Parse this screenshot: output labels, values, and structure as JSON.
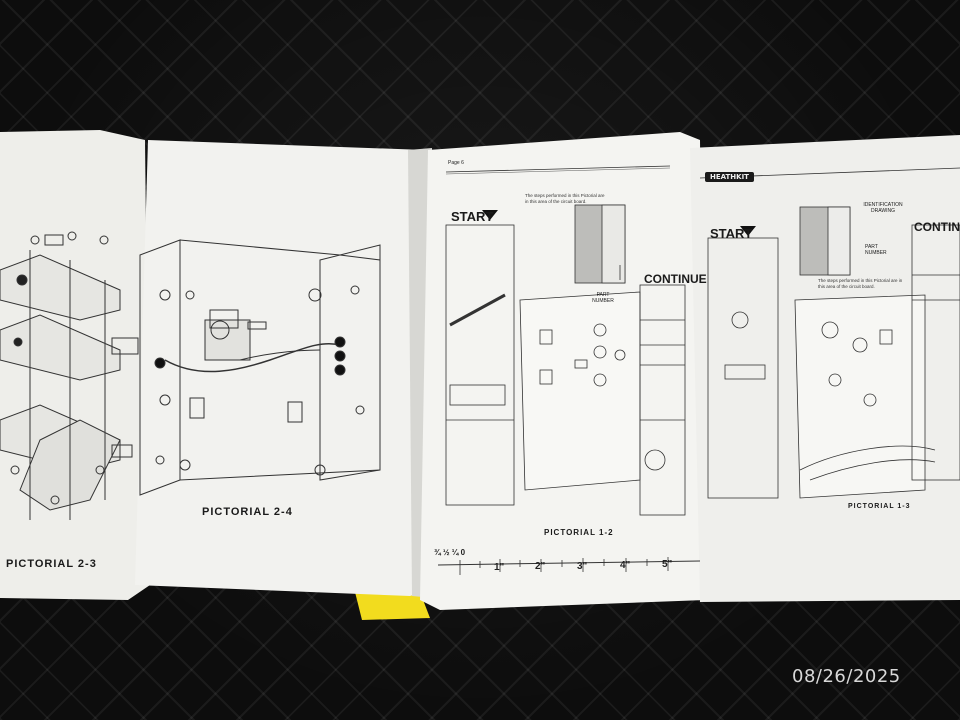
{
  "photo": {
    "date_stamp": "08/26/2025"
  },
  "left_page": {
    "caption": "PICTORIAL 2-3"
  },
  "middle_left_page": {
    "caption": "PICTORIAL 2-4"
  },
  "middle_right_page": {
    "page_number": "Page 6",
    "caption": "PICTORIAL 1-2",
    "start_label": "START",
    "continue_label": "CONTINUE",
    "intro_note": "The steps performed in this Pictorial are in this area of the circuit board.",
    "part_number_label": "PART NUMBER",
    "ruler_labels": [
      "1\"",
      "2\"",
      "3\"",
      "4\"",
      "5\""
    ],
    "ruler_fraction": "¾ ½ ¼ 0"
  },
  "right_page": {
    "brand": "HEATHKIT",
    "caption": "PICTORIAL 1-3",
    "start_label": "START",
    "continue_label": "CONTINU",
    "identification_label": "IDENTIFICATION DRAWING",
    "part_number_label": "PART NUMBER",
    "intro_note": "The steps performed in this Pictorial are in this area of the circuit board."
  },
  "colors": {
    "background": "#0d0d0d",
    "paper": "#f1f1ee",
    "ink": "#1a1a1a",
    "spine_yellow": "#f2dc1e",
    "date_stamp": "#d8d8d8"
  }
}
